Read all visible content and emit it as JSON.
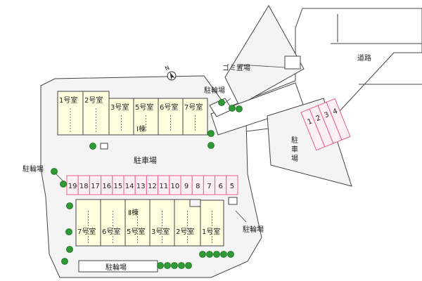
{
  "road": {
    "label": "道路"
  },
  "labels": {
    "garbage": "ゴミ置場",
    "bike_north": "駐輪場",
    "bike_west": "駐輪場",
    "bike_east": "駐輪場",
    "bike_south": "駐輪場",
    "central_parking": "駐車場",
    "external_parking": [
      "駐",
      "車",
      "場"
    ]
  },
  "buildings": [
    {
      "id": "building-1",
      "name": "Ⅰ棟",
      "rooms": [
        "1号室",
        "2号室",
        "3号室",
        "5号室",
        "6号室",
        "7号室"
      ]
    },
    {
      "id": "building-2",
      "name": "Ⅱ棟",
      "rooms": [
        "7号室",
        "6号室",
        "5号室",
        "3号室",
        "2号室",
        "1号室"
      ]
    }
  ],
  "parking_rows": [
    {
      "id": "central",
      "numbers": [
        "19",
        "18",
        "17",
        "16",
        "15",
        "14",
        "13",
        "12",
        "11",
        "10",
        "9",
        "8",
        "7",
        "6",
        "5"
      ]
    },
    {
      "id": "external",
      "numbers": [
        "1",
        "2",
        "3",
        "4"
      ]
    }
  ],
  "colors": {
    "site_fill": "#f4f4f4",
    "building_fill": "#ffffe0",
    "parking_stroke": "#e8608a",
    "parking_fill": "#fff0f5",
    "tree": "#2e9a35",
    "outline": "#444444"
  }
}
